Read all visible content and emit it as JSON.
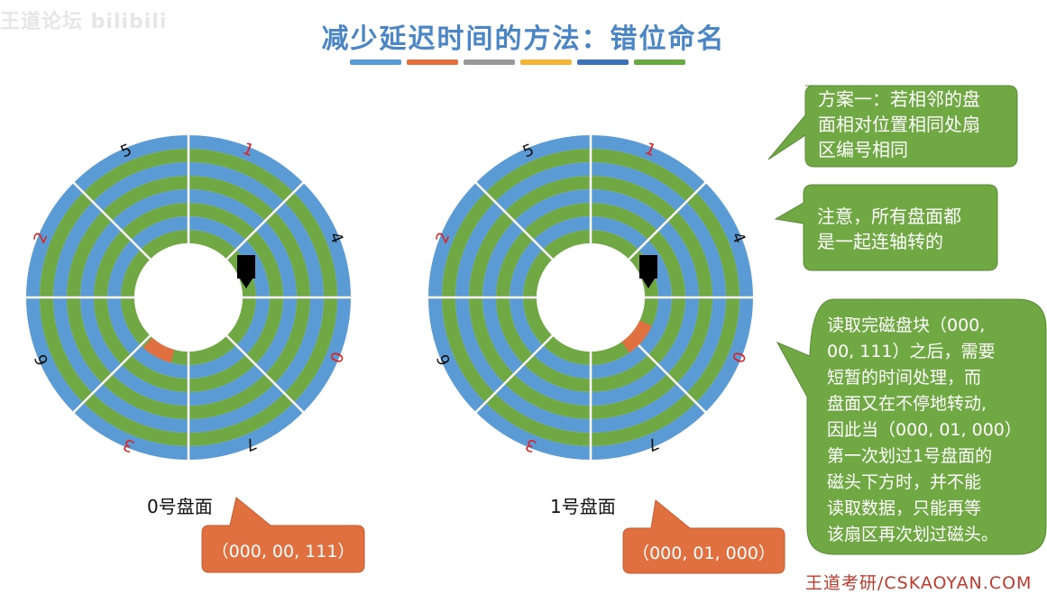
{
  "watermark": "王道论坛 bilibili",
  "title": "减少延迟时间的方法：错位命名",
  "title_bar_colors": [
    "#5b9bd5",
    "#e07040",
    "#999999",
    "#f3b43a",
    "#3f6fb5",
    "#6aa845"
  ],
  "colors": {
    "track_blue": "#5b9bd5",
    "track_green": "#70a844",
    "highlight": "#e07040",
    "red_label": "#e02020",
    "note_green": "#70a844",
    "addr_orange": "#e07040"
  },
  "disks": [
    {
      "label": "0号盘面",
      "address": "（000, 00, 111）",
      "sector_numbers": [
        {
          "text": "0",
          "color": "red"
        },
        {
          "text": "1",
          "color": "red"
        },
        {
          "text": "2",
          "color": "red"
        },
        {
          "text": "3",
          "color": "red"
        },
        {
          "text": "4",
          "color": "black"
        },
        {
          "text": "5",
          "color": "black"
        },
        {
          "text": "6",
          "color": "black"
        },
        {
          "text": "7",
          "color": "black"
        }
      ]
    },
    {
      "label": "1号盘面",
      "address": "（000, 01, 000）",
      "sector_numbers": [
        {
          "text": "0",
          "color": "red"
        },
        {
          "text": "1",
          "color": "red"
        },
        {
          "text": "2",
          "color": "red"
        },
        {
          "text": "3",
          "color": "red"
        },
        {
          "text": "4",
          "color": "black"
        },
        {
          "text": "5",
          "color": "black"
        },
        {
          "text": "6",
          "color": "black"
        },
        {
          "text": "7",
          "color": "black"
        }
      ]
    }
  ],
  "notes": {
    "scheme": [
      "方案一：若相邻的盘",
      "面相对位置相同处扇",
      "区编号相同"
    ],
    "attention": [
      "注意，所有盘面都",
      "是一起连轴转的"
    ],
    "explain": [
      "读取完磁盘块（000,",
      "00, 111）之后，需要",
      "短暂的时间处理，而",
      "盘面又在不停地转动,",
      "因此当（000, 01, 000）",
      "第一次划过1号盘面的",
      "磁头下方时，并不能",
      "读取数据，只能再等",
      "该扇区再次划过磁头。"
    ]
  },
  "footer": "王道考研/CSKAOYAN.COM"
}
